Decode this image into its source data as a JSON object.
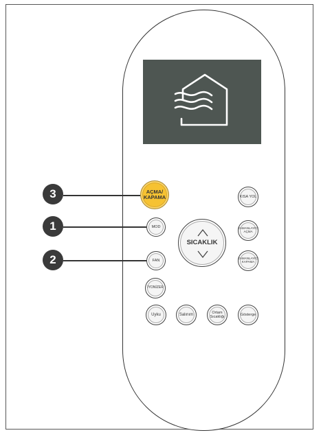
{
  "callouts": [
    {
      "number": "3"
    },
    {
      "number": "1"
    },
    {
      "number": "2"
    }
  ],
  "buttons": {
    "power": "AÇMA/\nKAPAMA",
    "kisayol": "KISA YOL",
    "mod": "MOD",
    "fan": "FAN",
    "iyonizer": "İYONİZER",
    "timer_on": "ZAMANLAYICI\nAÇMA",
    "timer_off": "ZAMANLAYICI\nKAPAMA",
    "temperature": "SICAKLIK",
    "uyku": "Uyku",
    "salinim": "Salınım",
    "ortam_sicakligi": "Ortam\nSıcaklığı",
    "gosterge": "Gösterge"
  },
  "display": {
    "icon": "house-airflow-icon",
    "background": "#4e5652"
  },
  "colors": {
    "power": "#f6c232",
    "callout": "#3a3a3a"
  }
}
